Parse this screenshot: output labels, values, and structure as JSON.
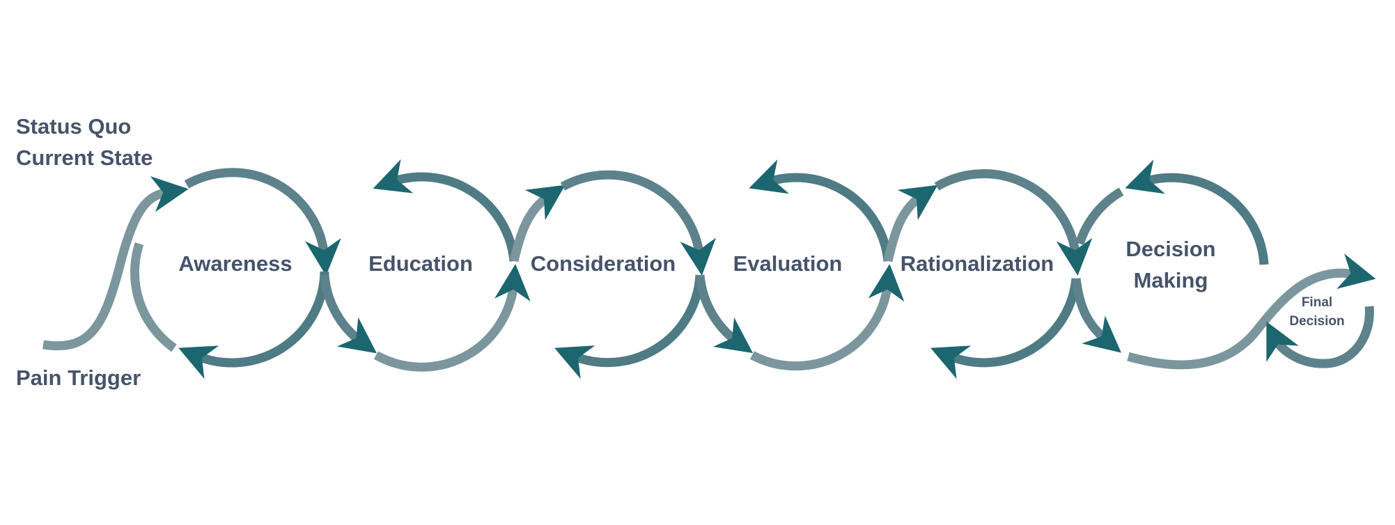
{
  "left_labels": {
    "status_quo": "Status Quo",
    "current_state": "Current State",
    "pain_trigger": "Pain Trigger"
  },
  "stages": [
    {
      "label": "Awareness"
    },
    {
      "label": "Education"
    },
    {
      "label": "Consideration"
    },
    {
      "label": "Evaluation"
    },
    {
      "label": "Rationalization"
    },
    {
      "label_lines": [
        "Decision",
        "Making"
      ]
    }
  ],
  "final_decision": [
    "Final",
    "Decision"
  ],
  "colors": {
    "arrow_dark": "#1c6670",
    "arrow_light": "#7c969e",
    "text": "#46536a",
    "background": "#ffffff"
  }
}
